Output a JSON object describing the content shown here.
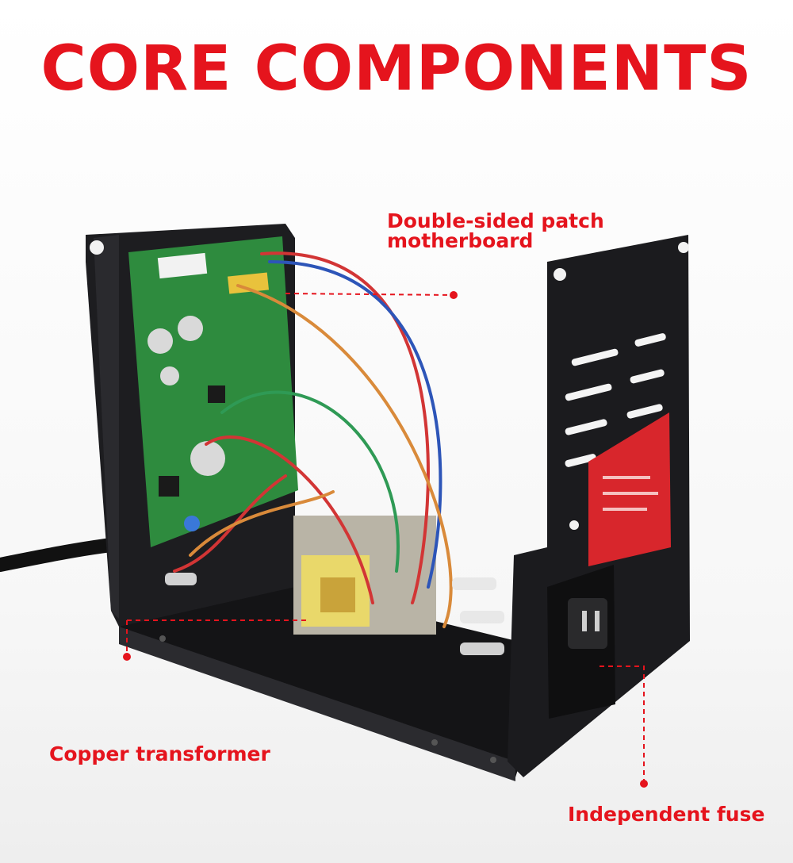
{
  "title": "CORE COMPONENTS",
  "callouts": {
    "motherboard_line1": "Double-sided patch",
    "motherboard_line2": "motherboard",
    "transformer": "Copper transformer",
    "fuse": "Independent fuse"
  },
  "colors": {
    "accent": "#e5141d",
    "chassis": "#1c1c1e",
    "pcb": "#2e8b3e"
  }
}
